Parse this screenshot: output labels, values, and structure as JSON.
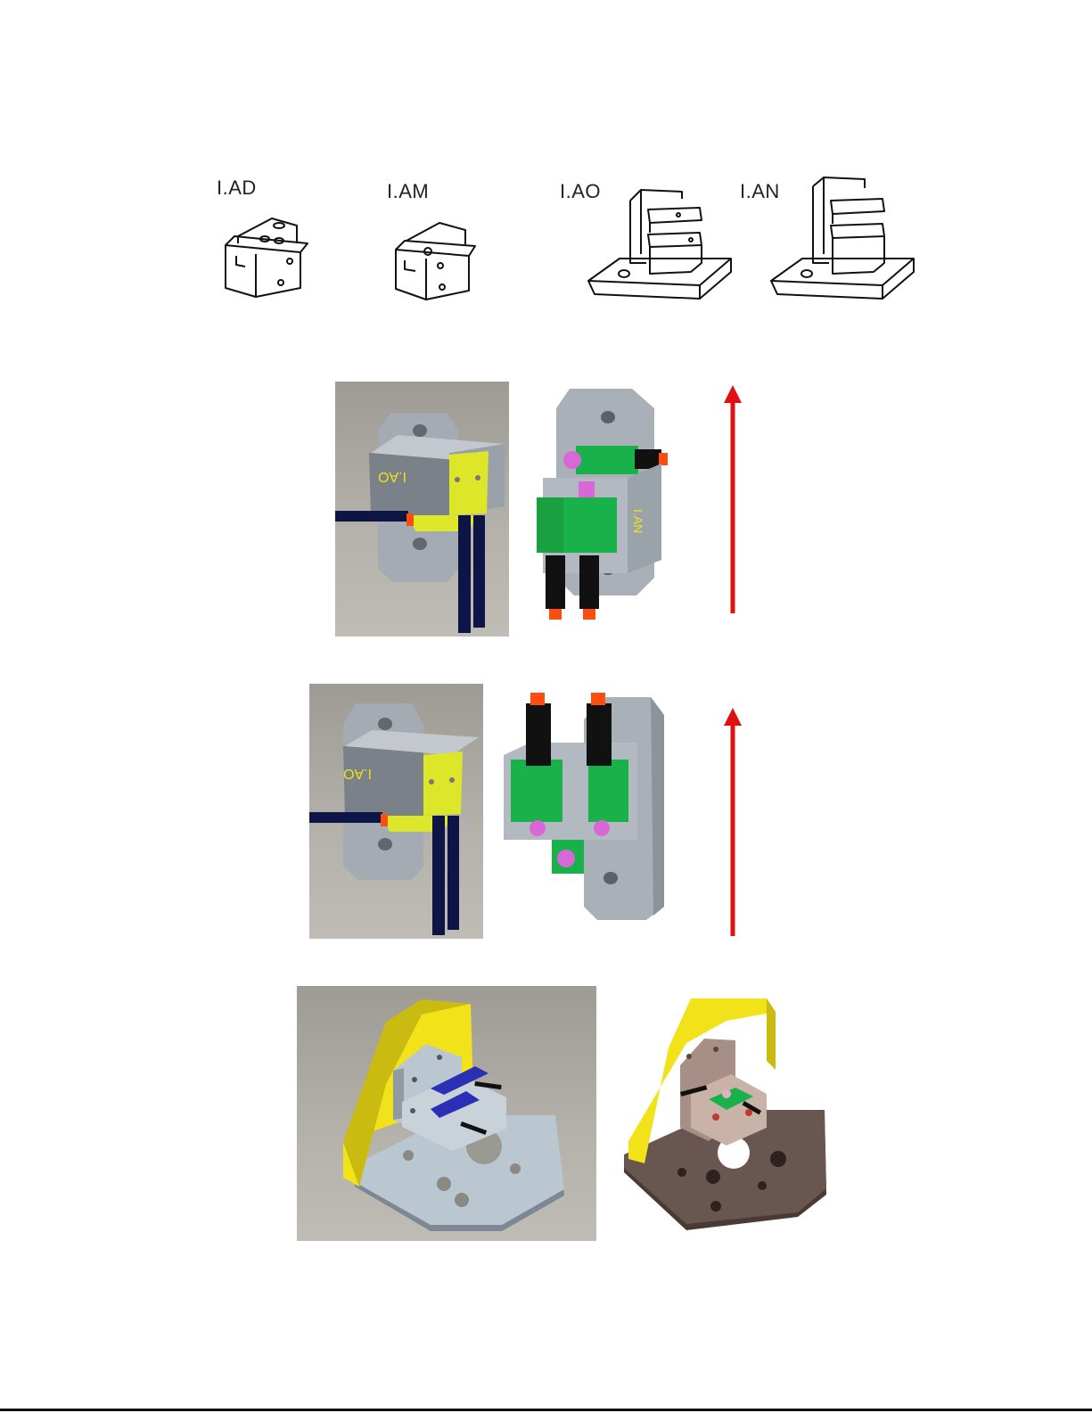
{
  "sketches": [
    {
      "label": "I.AD"
    },
    {
      "label": "I.AM"
    },
    {
      "label": "I.AO"
    },
    {
      "label": "I.AN"
    }
  ],
  "renders": {
    "row1_left_marking": "I.AO",
    "row1_right_marking": "I.AN",
    "row2_left_marking": "I.AO"
  },
  "colors": {
    "arrow": "#e01010",
    "fixture_yellow": "#f2e21a",
    "part_grey": "#a9b0b8",
    "sensor_green": "#19b24a",
    "pin_magenta": "#d867d8",
    "cable_navy": "#0d1446",
    "base_brown": "#5c4a45"
  },
  "icons": [
    "up-arrow-icon",
    "up-arrow-icon"
  ]
}
